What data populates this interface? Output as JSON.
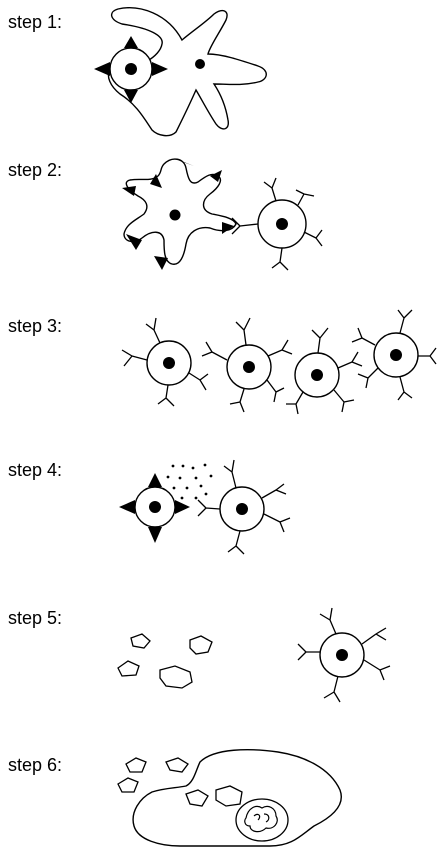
{
  "steps": [
    {
      "label": "step 1:"
    },
    {
      "label": "step 2:"
    },
    {
      "label": "step 3:"
    },
    {
      "label": "step 4:"
    },
    {
      "label": "step 5:"
    },
    {
      "label": "step 6:"
    }
  ]
}
